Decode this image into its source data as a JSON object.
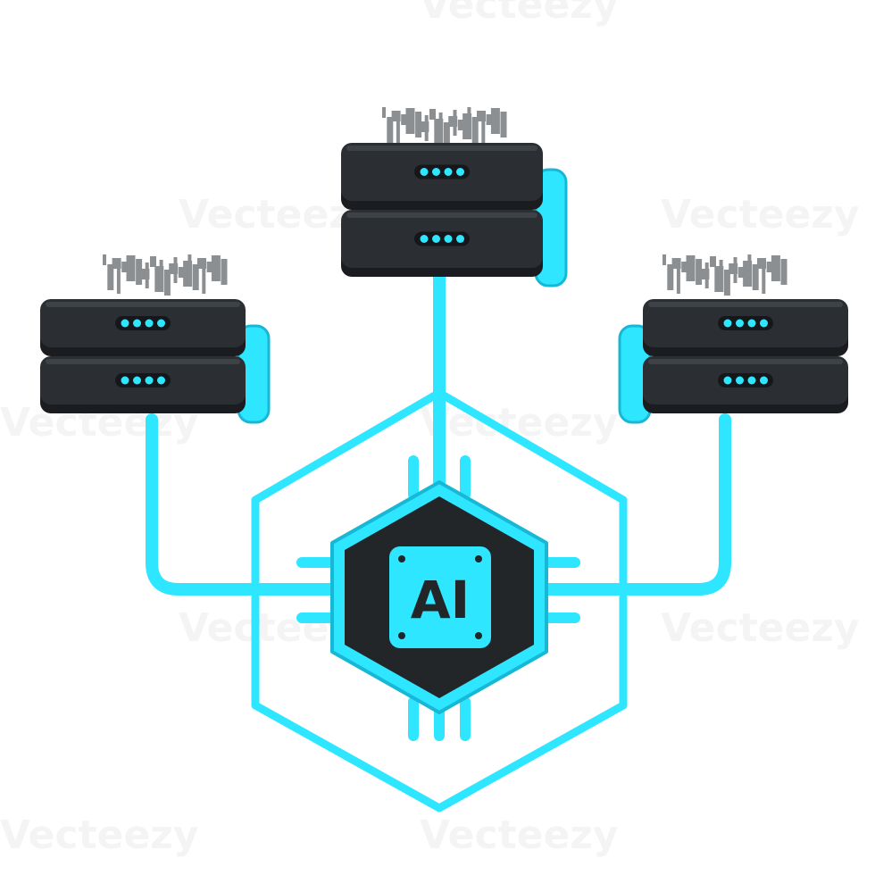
{
  "colors": {
    "cyan": "#2ee6ff",
    "cyan_dark": "#17b8d6",
    "server_body": "#2b2f33",
    "server_side": "#1a1c1f",
    "server_top": "#3d4247",
    "chip_body": "#232629",
    "background": "#ffffff",
    "glitch": "#8c8f92"
  },
  "chip": {
    "label": "AI"
  },
  "servers": [
    {
      "name": "server-left",
      "units": 2,
      "led_count": 4
    },
    {
      "name": "server-top",
      "units": 2,
      "led_count": 4
    },
    {
      "name": "server-right",
      "units": 2,
      "led_count": 4
    }
  ],
  "watermark": {
    "text": "Vecteezy"
  }
}
